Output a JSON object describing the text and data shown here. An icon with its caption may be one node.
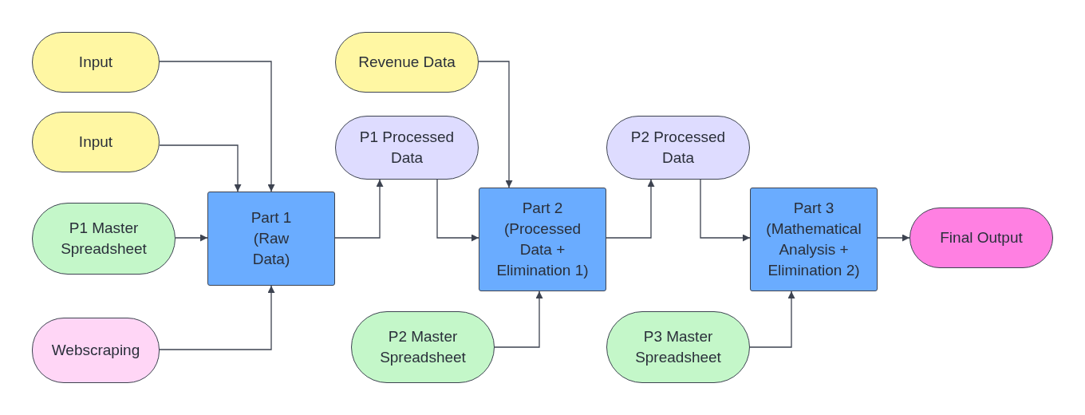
{
  "diagram": {
    "nodes": [
      {
        "text": [
          "Input"
        ]
      },
      {
        "text": [
          "Input"
        ]
      },
      {
        "text": [
          "P1 Master Spreadsheet"
        ]
      },
      {
        "text": [
          "Webscraping"
        ]
      },
      {
        "text": [
          "Part 1 (Raw Data)"
        ]
      },
      {
        "text": [
          "Revenue Data"
        ]
      },
      {
        "text": [
          "P1 Processed Data"
        ]
      },
      {
        "text": [
          "Part 2 (Processed Data + Elimination 1)"
        ]
      },
      {
        "text": [
          "P2 Master Spreadsheet"
        ]
      },
      {
        "text": [
          "P2 Processed Data"
        ]
      },
      {
        "text": [
          "Part 3 (Mathematical Analysis + Elimination 2)"
        ]
      },
      {
        "text": [
          "P3 Master Spreadsheet"
        ]
      },
      {
        "text": [
          "Final Output"
        ]
      }
    ],
    "edges": [
      {
        "from": 0,
        "to": 4,
        "arrow": "to"
      },
      {
        "from": 1,
        "to": 4,
        "arrow": "to"
      },
      {
        "from": 2,
        "to": 4,
        "arrow": "to"
      },
      {
        "from": 3,
        "to": 4,
        "arrow": "to"
      },
      {
        "from": 4,
        "to": 6,
        "arrow": "to"
      },
      {
        "from": 5,
        "to": 7,
        "arrow": "to"
      },
      {
        "from": 6,
        "to": 7,
        "arrow": "to"
      },
      {
        "from": 8,
        "to": 7,
        "arrow": "to"
      },
      {
        "from": 7,
        "to": 9,
        "arrow": "to"
      },
      {
        "from": 9,
        "to": 10,
        "arrow": "to"
      },
      {
        "from": 11,
        "to": 10,
        "arrow": "to"
      },
      {
        "from": 10,
        "to": 12,
        "arrow": "to"
      }
    ]
  }
}
